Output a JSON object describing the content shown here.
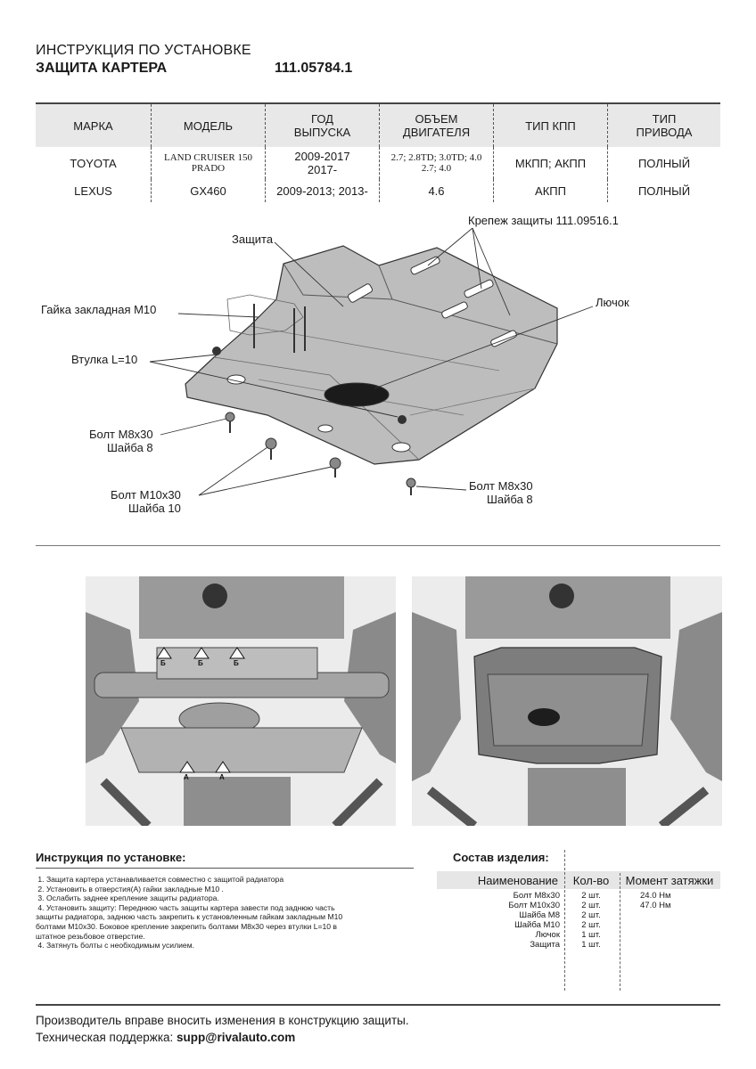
{
  "header": {
    "line1": "ИНСТРУКЦИЯ ПО УСТАНОВКЕ",
    "line2": "ЗАЩИТА КАРТЕРА",
    "code": "111.05784.1"
  },
  "spec_table": {
    "headers": [
      "МАРКА",
      "МОДЕЛЬ",
      "ГОД ВЫПУСКА",
      "ОБЪЕМ ДВИГАТЕЛЯ",
      "ТИП КПП",
      "ТИП ПРИВОДА"
    ],
    "header_lines": [
      [
        "МАРКА"
      ],
      [
        "МОДЕЛЬ"
      ],
      [
        "ГОД",
        "ВЫПУСКА"
      ],
      [
        "ОБЪЕМ",
        "ДВИГАТЕЛЯ"
      ],
      [
        "ТИП КПП"
      ],
      [
        "ТИП",
        "ПРИВОДА"
      ]
    ],
    "rows": [
      {
        "brand": "TOYOTA",
        "model_l1": "LAND CRUISER 150",
        "model_l2": "PRADO",
        "year_l1": "2009-2017",
        "year_l2": "2017-",
        "engine_l1": "2.7; 2.8TD; 3.0TD; 4.0",
        "engine_l2": "2.7; 4.0",
        "gearbox": "МКПП; АКПП",
        "drive": "ПОЛНЫЙ"
      },
      {
        "brand": "LEXUS",
        "model": "GX460",
        "year": "2009-2013; 2013-",
        "engine": "4.6",
        "gearbox": "АКПП",
        "drive": "ПОЛНЫЙ"
      }
    ]
  },
  "diagram": {
    "labels": {
      "shield": "Защита",
      "fasteners": "Крепеж защиты 111.09516.1",
      "hatch": "Лючок",
      "nut": "Гайка закладная М10",
      "sleeve": "Втулка L=10",
      "bolt_m8_a_l1": "Болт М8х30",
      "bolt_m8_a_l2": "Шайба 8",
      "bolt_m10_l1": "Болт М10х30",
      "bolt_m10_l2": "Шайба 10",
      "bolt_m8_b_l1": "Болт М8х30",
      "bolt_m8_b_l2": "Шайба 8"
    }
  },
  "photos": {
    "left_markers": [
      "Б",
      "Б",
      "Б",
      "А",
      "А"
    ]
  },
  "instructions": {
    "title": "Инструкция по установке:",
    "steps": [
      " 1. Защита картера устанавливается совместно с защитой радиатора",
      " 2. Установить в отверстия(А) гайки закладные М10 .",
      " 3. Ослабить заднее крепление защиты радиатора.",
      " 4. Установить защиту: Переднюю часть защиты картера завести под заднюю часть",
      "защиты радиатора, заднюю часть закрепить к установленным гайкам закладным М10",
      "болтами М10х30. Боковое крепление закрепить болтами М8х30 через втулки L=10 в",
      "штатное резьбовое отверстие.",
      " 4. Затянуть болты с необходимым усилием."
    ]
  },
  "composition": {
    "title": "Состав изделия:",
    "headers": {
      "name": "Наименование",
      "qty": "Кол-во",
      "torque": "Момент затяжки"
    },
    "rows": [
      {
        "name": "Болт М8х30",
        "qty": "2 шт.",
        "torque": "24.0 Нм"
      },
      {
        "name": "Болт М10х30",
        "qty": "2 шт.",
        "torque": "47.0 Нм"
      },
      {
        "name": "Шайба М8",
        "qty": "2 шт.",
        "torque": ""
      },
      {
        "name": "Шайба М10",
        "qty": "2 шт.",
        "torque": ""
      },
      {
        "name": "Лючок",
        "qty": "1 шт.",
        "torque": ""
      },
      {
        "name": "Защита",
        "qty": "1 шт.",
        "torque": ""
      }
    ]
  },
  "footer": {
    "line1": "Производитель вправе вносить изменения в конструкцию защиты.",
    "support_label": "Техническая поддержка: ",
    "support_email": "supp@rivalauto.com"
  }
}
